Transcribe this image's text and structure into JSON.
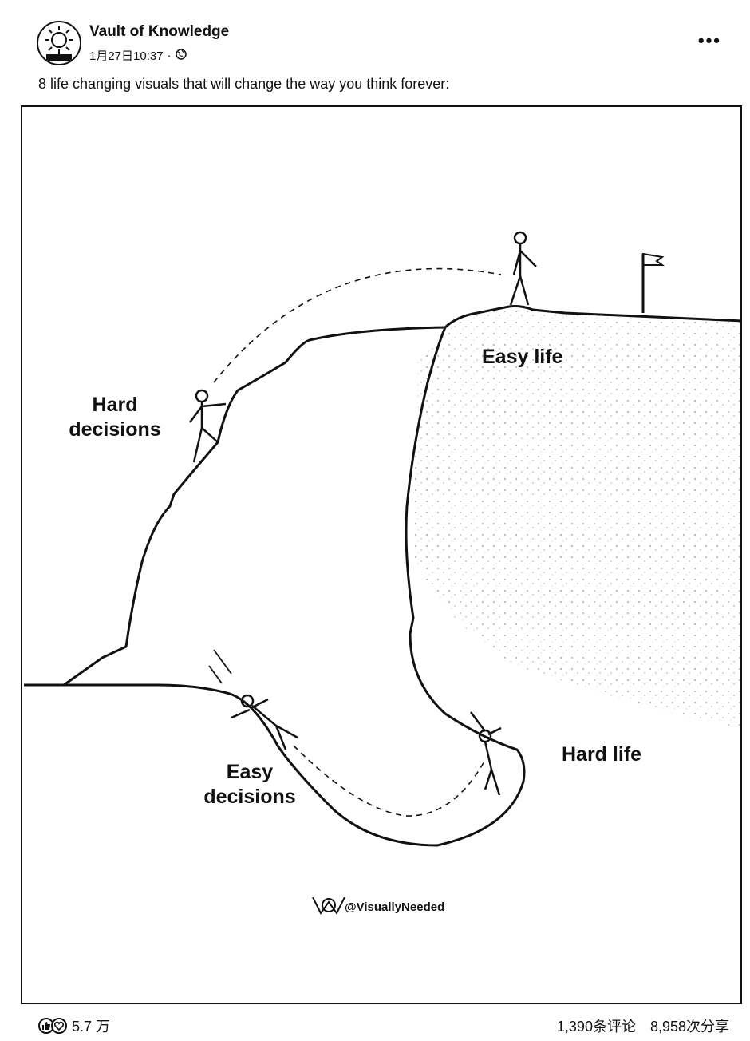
{
  "post": {
    "author": "Vault of Knowledge",
    "timestamp": "1月27日10:37",
    "separator": "·",
    "privacy_icon": "globe-icon",
    "more_icon": "more-options-icon",
    "caption": "8 life changing visuals that will change the way you think forever:"
  },
  "image": {
    "labels": {
      "easy_life": "Easy life",
      "hard_decisions_line1": "Hard",
      "hard_decisions_line2": "decisions",
      "easy_decisions_line1": "Easy",
      "easy_decisions_line2": "decisions",
      "hard_life": "Hard life"
    },
    "watermark": "@VisuallyNeeded"
  },
  "footer": {
    "reaction_count": "5.7 万",
    "comments": "1,390条评论",
    "shares": "8,958次分享",
    "reaction_icons": [
      "like-icon",
      "love-icon"
    ]
  }
}
